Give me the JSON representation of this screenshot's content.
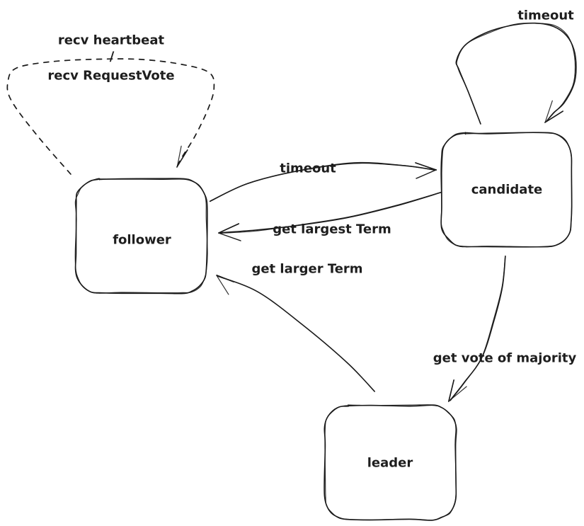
{
  "diagram": {
    "type": "state-machine",
    "background": "#ffffff",
    "stroke_color": "#1e1e1e",
    "nodes": [
      {
        "id": "follower",
        "label": "follower"
      },
      {
        "id": "candidate",
        "label": "candidate"
      },
      {
        "id": "leader",
        "label": "leader"
      }
    ],
    "edges": [
      {
        "id": "recv-loop",
        "from": "follower",
        "to": "follower",
        "style": "dashed",
        "label_lines": [
          "recv heartbeat",
          "/",
          "recv RequestVote"
        ]
      },
      {
        "id": "timeout-follower-to-candidate",
        "from": "follower",
        "to": "candidate",
        "label": "timeout"
      },
      {
        "id": "timeout-candidate-self",
        "from": "candidate",
        "to": "candidate",
        "label": "timeout"
      },
      {
        "id": "get-largest-term",
        "from": "candidate",
        "to": "follower",
        "label": "get largest Term"
      },
      {
        "id": "get-larger-term",
        "from": "leader",
        "to": "follower",
        "label": "get larger Term"
      },
      {
        "id": "get-vote-of-majority",
        "from": "candidate",
        "to": "leader",
        "label": "get vote of majority"
      }
    ]
  }
}
